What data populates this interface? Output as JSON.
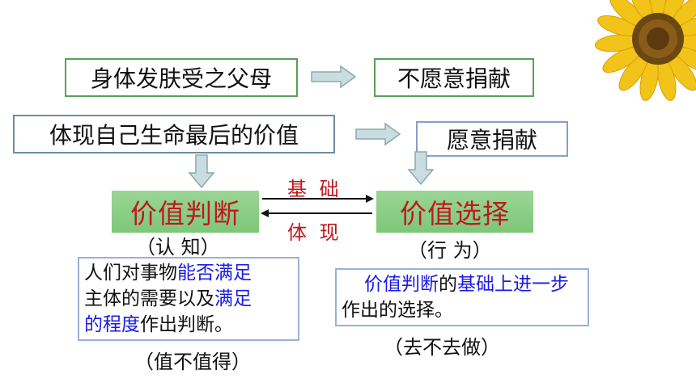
{
  "top_left": "身体发肤受之父母",
  "top_right": "不愿意捐献",
  "mid_left": "体现自己生命最后的价值",
  "mid_right": "愿意捐献",
  "value_judgment": "价值判断",
  "value_choice": "价值选择",
  "arrow_top_label": "基 础",
  "arrow_bottom_label": "体 现",
  "cognition": "（认 知）",
  "behavior": "（行 为）",
  "note_left": {
    "p1": "人们对事物",
    "h1": "能否满足",
    "p2": "主体的需要以及",
    "h2": "满足",
    "h3": "的程度",
    "p3": "作出判断。"
  },
  "note_right": {
    "h1": "价值判断",
    "p1": "的",
    "h2": "基础上进一步",
    "p2": "作出的选择。"
  },
  "bottom_left": "（值不值得）",
  "bottom_right": "（去不去做）",
  "colors": {
    "red": "#c0181f",
    "blue": "#1a1ae6",
    "green": "#8fd18a"
  },
  "decor_icon": "sunflower-icon"
}
